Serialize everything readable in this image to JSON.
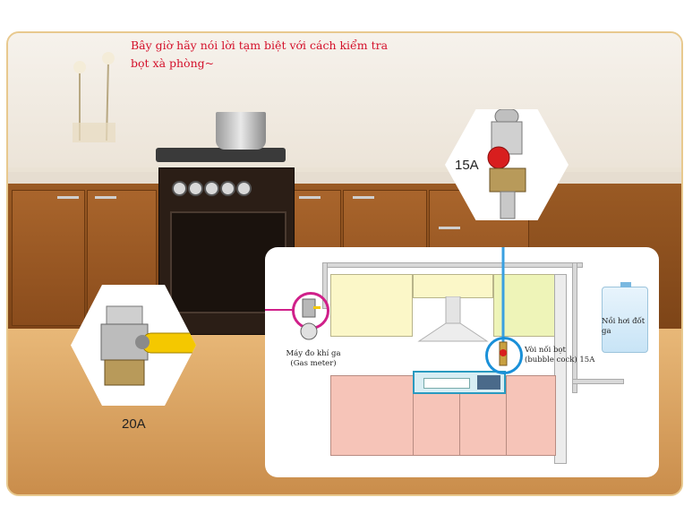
{
  "intro_text": "Bây giờ hãy nói lời tạm biệt với cách kiểm tra bọt xà phòng~",
  "valve_15a": {
    "label": "15A"
  },
  "valve_20a": {
    "label": "20A"
  },
  "gas_meter": {
    "label_vi": "Máy đo khí ga",
    "label_en": "(Gas meter)"
  },
  "bubble_cock": {
    "label_vi": "Vòi nối bọt",
    "label_en": "(bubble cock) 15A"
  },
  "boiler": {
    "label": "Nồi hơi đốt ga"
  },
  "colors": {
    "intro_text": "#d4102a",
    "meter_highlight": "#d0208a",
    "bubble_highlight": "#1a90d8",
    "gas_line": "#3aa0e0",
    "valve_handle_red": "#d81e1e",
    "valve_handle_yellow": "#f4c800"
  }
}
